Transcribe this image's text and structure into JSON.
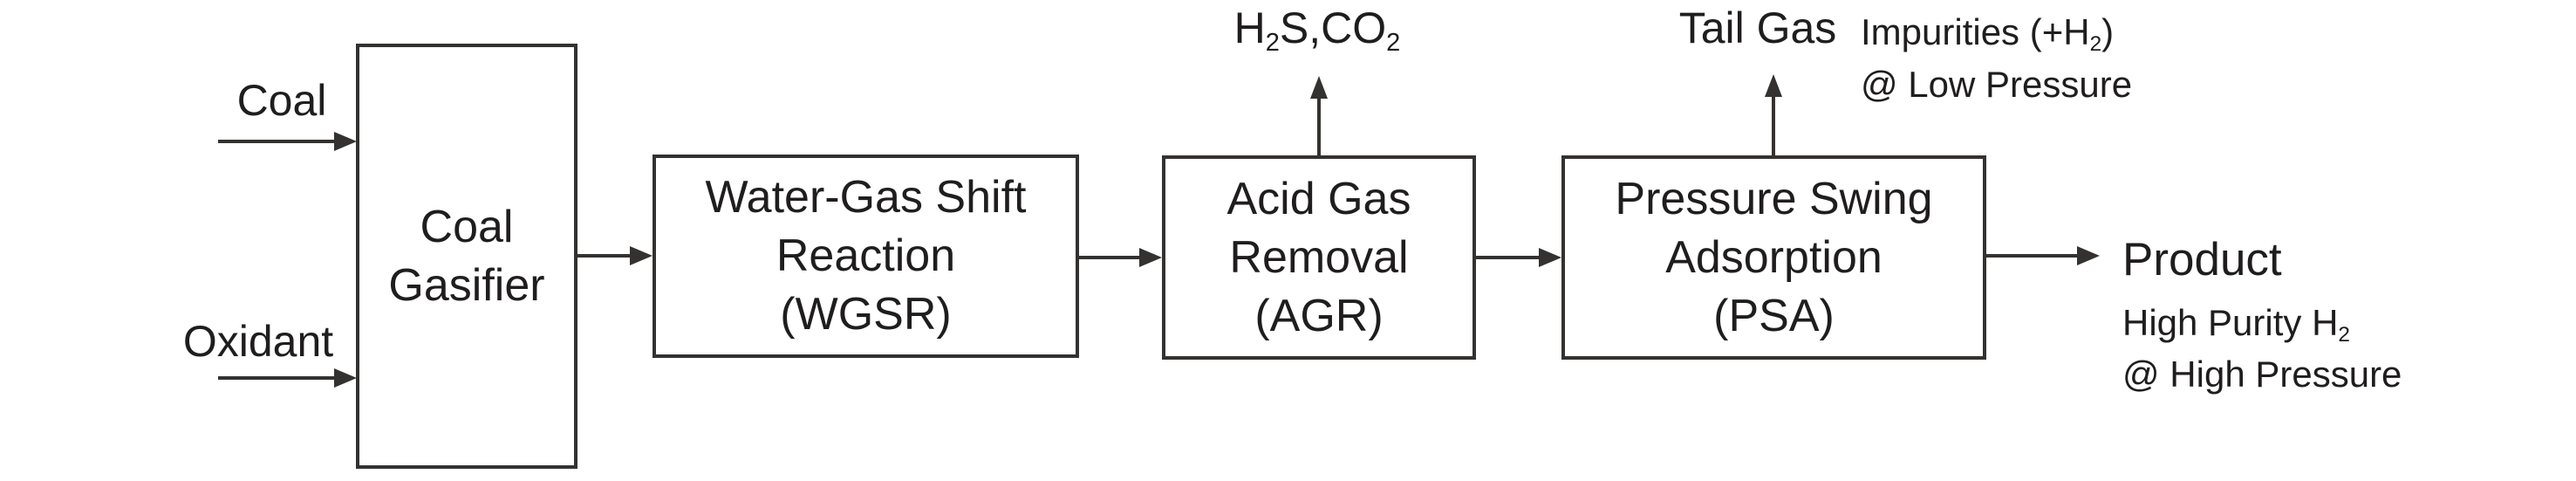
{
  "colors": {
    "ink": "#1f1d1d",
    "line": "#343230",
    "background": "#ffffff"
  },
  "inputs": {
    "coal": "Coal",
    "oxidant": "Oxidant"
  },
  "boxes": {
    "gasifier": {
      "line1": "Coal",
      "line2": "Gasifier"
    },
    "wgsr": {
      "line1": "Water-Gas Shift",
      "line2": "Reaction",
      "line3": "(WGSR)"
    },
    "agr": {
      "line1": "Acid Gas",
      "line2": "Removal",
      "line3": "(AGR)"
    },
    "psa": {
      "line1": "Pressure Swing",
      "line2": "Adsorption",
      "line3": "(PSA)"
    }
  },
  "offgas": {
    "agr_stream": {
      "b0": "H",
      "s0": "2",
      "b1": "S,CO",
      "s1": "2"
    },
    "psa_stream": "Tail Gas",
    "psa_note_line1": {
      "b0": "Impurities (+H",
      "s0": "2",
      "b1": ")"
    },
    "psa_note_line2": "@ Low Pressure"
  },
  "output": {
    "product": "Product",
    "note_line1": {
      "b0": "High Purity H",
      "s0": "2"
    },
    "note_line2": "@ High Pressure"
  }
}
